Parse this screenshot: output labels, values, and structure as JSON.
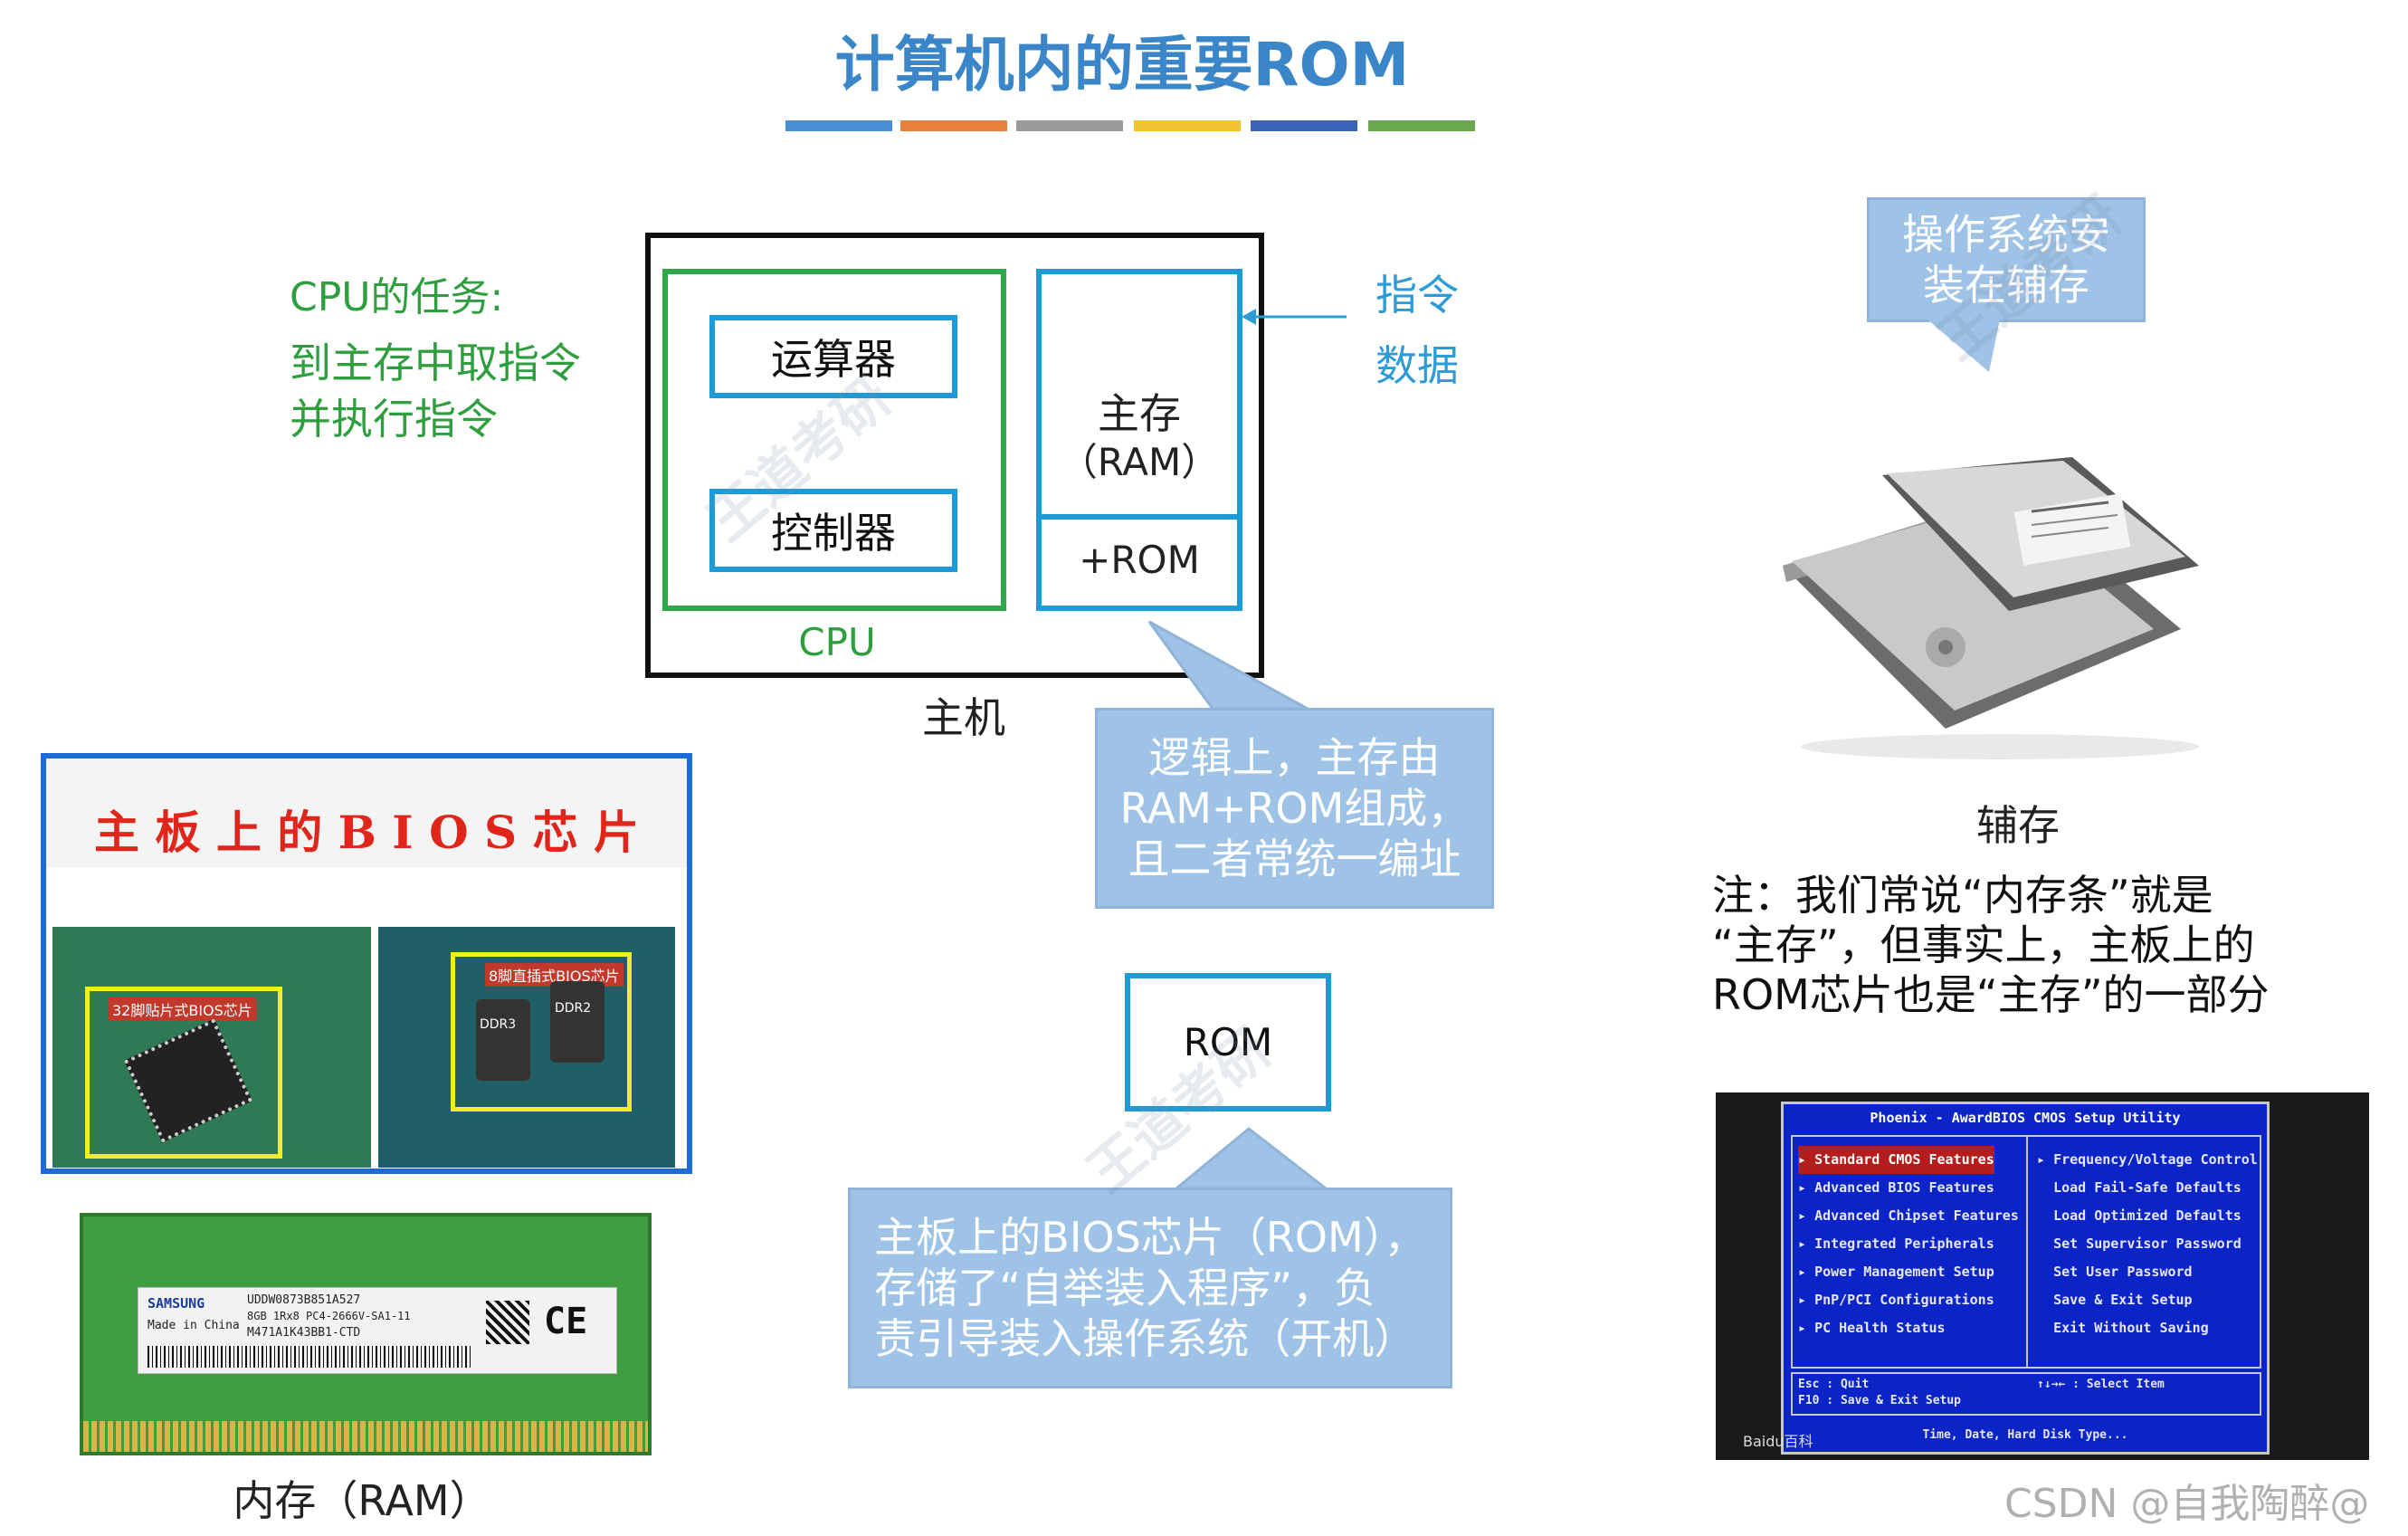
{
  "title": "计算机内的重要ROM",
  "colors": {
    "bar1": "#4a8fd6",
    "bar2": "#e8823a",
    "bar3": "#9a9a9a",
    "bar4": "#f1c232",
    "bar5": "#3a64b8",
    "bar6": "#6aa84f"
  },
  "cpu_task": {
    "heading": "CPU的任务:",
    "line1": "到主存中取指令",
    "line2": "并执行指令"
  },
  "diagram": {
    "alu": "运算器",
    "controller": "控制器",
    "cpu": "CPU",
    "main_memory_line1": "主存",
    "main_memory_line2": "（RAM）",
    "rom_part": "+ROM",
    "host": "主机",
    "instr": "指令",
    "data": "数据"
  },
  "callout_logic": {
    "line1": "逻辑上，主存由",
    "line2": "RAM+ROM组成，",
    "line3": "且二者常统一编址"
  },
  "os_callout": {
    "line1": "操作系统安",
    "line2": "装在辅存"
  },
  "secondary_storage": "辅存",
  "note": {
    "line1": "注：我们常说“内存条”就是",
    "line2": "“主存”，但事实上，主板上的",
    "line3": "ROM芯片也是“主存”的一部分"
  },
  "bios_chip_panel": {
    "title": "主 板 上 的 B I O S 芯 片",
    "chip1": "32脚贴片式BIOS芯片",
    "chip2": "8脚直插式BIOS芯片",
    "ddr2": "DDR2",
    "ddr3": "DDR3"
  },
  "ram_label": "内存（RAM）",
  "ram_stick": {
    "brand": "SAMSUNG",
    "made": "Made in China",
    "code1": "UDDW0873B851A527",
    "code2": "8GB 1Rx8 PC4-2666V-SA1-11",
    "code3": "M471A1K43BB1-CTD"
  },
  "rom_box": "ROM",
  "callout_bios": {
    "line1": "主板上的BIOS芯片（ROM），",
    "line2": "存储了“自举装入程序”，负",
    "line3": "责引导装入操作系统（开机）"
  },
  "bios_screen": {
    "header": "Phoenix - AwardBIOS CMOS Setup Utility",
    "left": [
      "Standard CMOS Features",
      "Advanced BIOS Features",
      "Advanced Chipset Features",
      "Integrated Peripherals",
      "Power Management Setup",
      "PnP/PCI Configurations",
      "PC Health Status"
    ],
    "right": [
      "Frequency/Voltage Control",
      "Load Fail-Safe Defaults",
      "Load Optimized Defaults",
      "Set Supervisor Password",
      "Set User Password",
      "Save & Exit Setup",
      "Exit Without Saving"
    ],
    "footer1": "Esc : Quit",
    "footer2": "F10 : Save & Exit Setup",
    "footer_right": "↑↓→← : Select Item",
    "footer_bottom": "Time, Date, Hard Disk Type...",
    "watermark": "Baidu百科"
  },
  "csdn": "CSDN @自我陶醉@"
}
